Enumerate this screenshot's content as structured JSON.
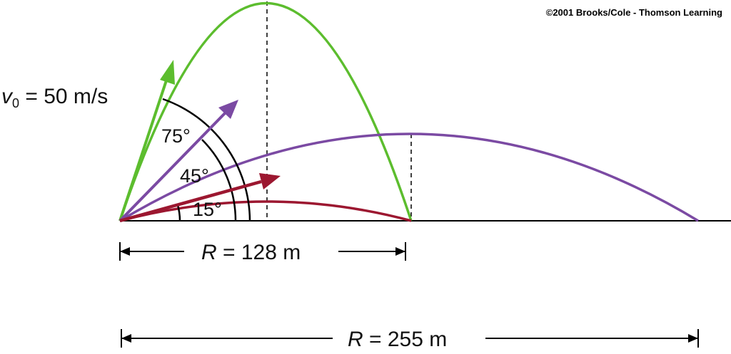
{
  "credit": "©2001 Brooks/Cole - Thomson Learning",
  "velocity": {
    "symbol": "v",
    "subscript": "0",
    "rest": " = 50  m/s"
  },
  "angles": {
    "a75": "75°",
    "a45": "45°",
    "a15": "15°"
  },
  "ranges": {
    "short": {
      "symbol": "R",
      "rest": " = 128  m"
    },
    "long": {
      "symbol": "R",
      "rest": " = 255  m"
    }
  },
  "colors": {
    "green": "#5cbd2e",
    "purple": "#7b4aa3",
    "red": "#9c1730",
    "black": "#000000"
  }
}
